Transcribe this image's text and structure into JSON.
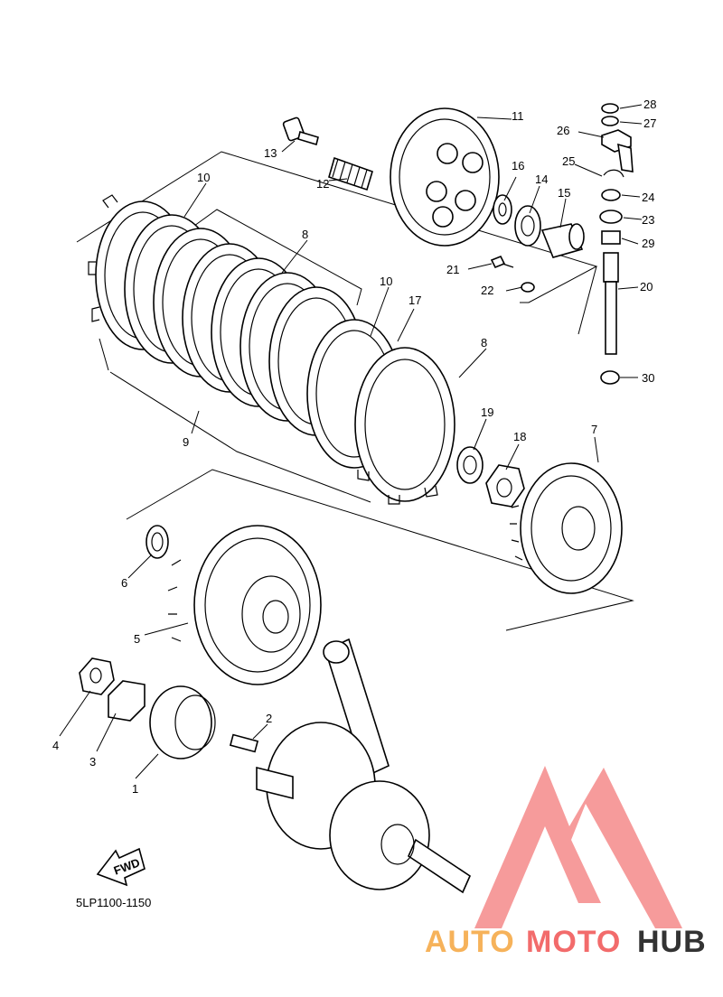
{
  "diagram": {
    "code": "5LP1100-1150",
    "fwd": "FWD",
    "labels": [
      "1",
      "2",
      "3",
      "4",
      "5",
      "6",
      "7",
      "8",
      "8",
      "9",
      "10",
      "10",
      "11",
      "12",
      "13",
      "14",
      "15",
      "16",
      "17",
      "18",
      "19",
      "20",
      "21",
      "22",
      "23",
      "24",
      "25",
      "26",
      "27",
      "28",
      "29",
      "30"
    ]
  },
  "watermark": {
    "part1": "AUTO",
    "part2": "MOTO",
    "part3": "HUB",
    "colors": {
      "orange": "#f6b25a",
      "red": "#f26b6b",
      "dark": "#333333",
      "triangle": "#f58a8a"
    }
  }
}
